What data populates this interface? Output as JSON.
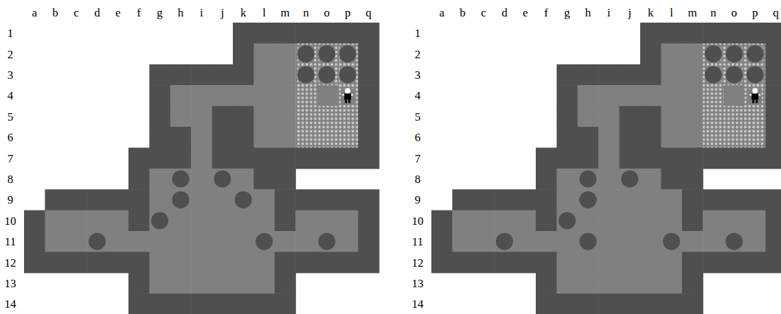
{
  "diagram": {
    "labels": [
      "a",
      "b",
      "c",
      "d",
      "e",
      "f",
      "g",
      "h",
      "i",
      "j",
      "k",
      "l",
      "m",
      "n",
      "o",
      "p",
      "q",
      "1",
      "2",
      "3",
      "4",
      "5",
      "6",
      "7",
      "8",
      "9",
      "10",
      "11",
      "12",
      "13",
      "14",
      "a",
      "b",
      "c",
      "d",
      "e",
      "f",
      "g",
      "h",
      "i",
      "j",
      "k",
      "l",
      "m",
      "n",
      "o",
      "p",
      "q",
      "1",
      "2",
      "3",
      "4",
      "5",
      "6",
      "7",
      "8",
      "9",
      "10",
      "11",
      "12",
      "13",
      "14"
    ]
  }
}
